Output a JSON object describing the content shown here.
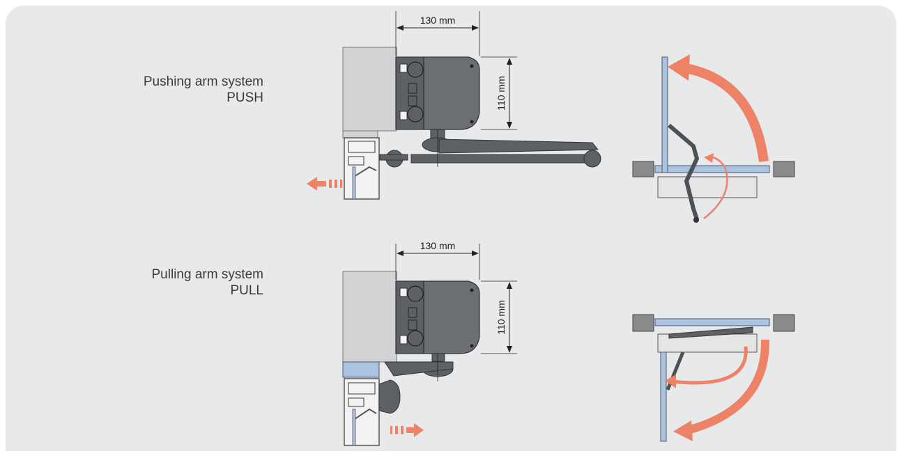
{
  "sections": [
    {
      "title": "Pushing arm system",
      "code": "PUSH",
      "width_dim": "130 mm",
      "height_dim": "110 mm"
    },
    {
      "title": "Pulling arm system",
      "code": "PULL",
      "width_dim": "130 mm",
      "height_dim": "110 mm"
    }
  ],
  "colors": {
    "panel_bg": "#e8e9eb",
    "operator_body": "#6b6e73",
    "glass_blue": "#a8c4e0",
    "arrow_orange": "#ee8266",
    "wall": "#b8b9bb"
  }
}
